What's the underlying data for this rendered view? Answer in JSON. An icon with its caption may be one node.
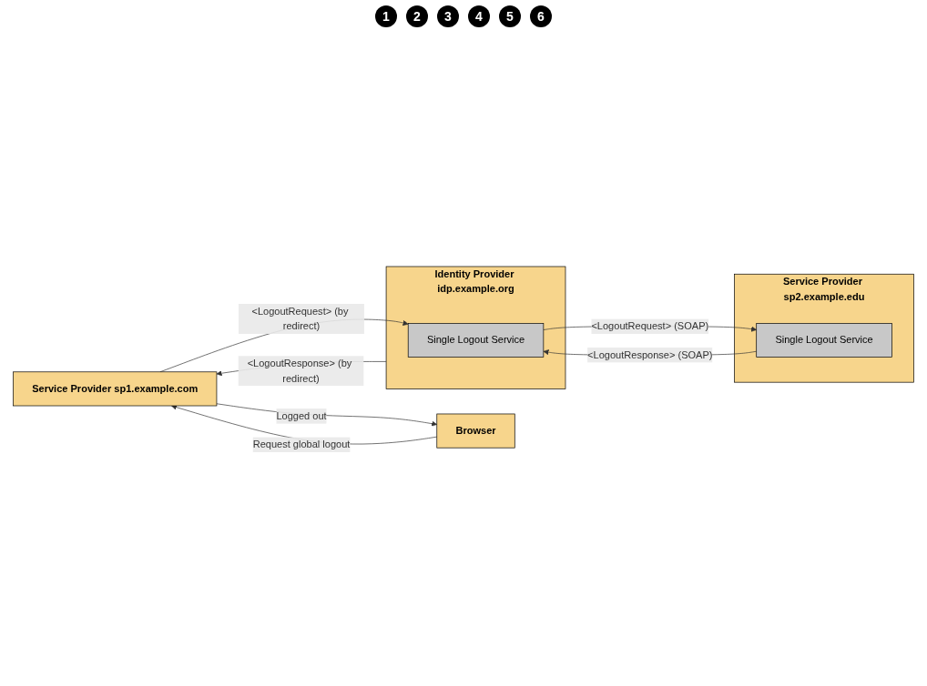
{
  "diagram": {
    "nodes": [
      {
        "text": [
          "Service Provider sp1.example.com"
        ]
      },
      {
        "text": [
          "Identity Provider idp.example.org"
        ]
      },
      {
        "text": [
          "Single Logout Service"
        ],
        "in": 1
      },
      {
        "text": [
          "Service Provider sp2.example.edu"
        ]
      },
      {
        "text": [
          "Single Logout Service"
        ],
        "in": 3
      },
      {
        "text": [
          "Browser"
        ]
      }
    ],
    "edges": [
      {
        "from": 5,
        "to": 0,
        "arrow": "to",
        "label": "Request global logout"
      },
      {
        "from": 0,
        "to": 2,
        "arrow": "to",
        "label": "<LogoutRequest> (by redirect)"
      },
      {
        "from": 2,
        "to": 4,
        "arrow": "to",
        "label": "<LogoutRequest> (SOAP)"
      },
      {
        "from": 4,
        "to": 2,
        "arrow": "to",
        "label": "<LogoutResponse> (SOAP)"
      },
      {
        "from": 1,
        "to": 0,
        "arrow": "to",
        "label": "<LogoutResponse> (by redirect)"
      },
      {
        "from": 0,
        "to": 5,
        "arrow": "to",
        "label": "Logged out"
      }
    ],
    "labels": [
      "1",
      "2",
      "3",
      "4",
      "5",
      "6"
    ]
  }
}
